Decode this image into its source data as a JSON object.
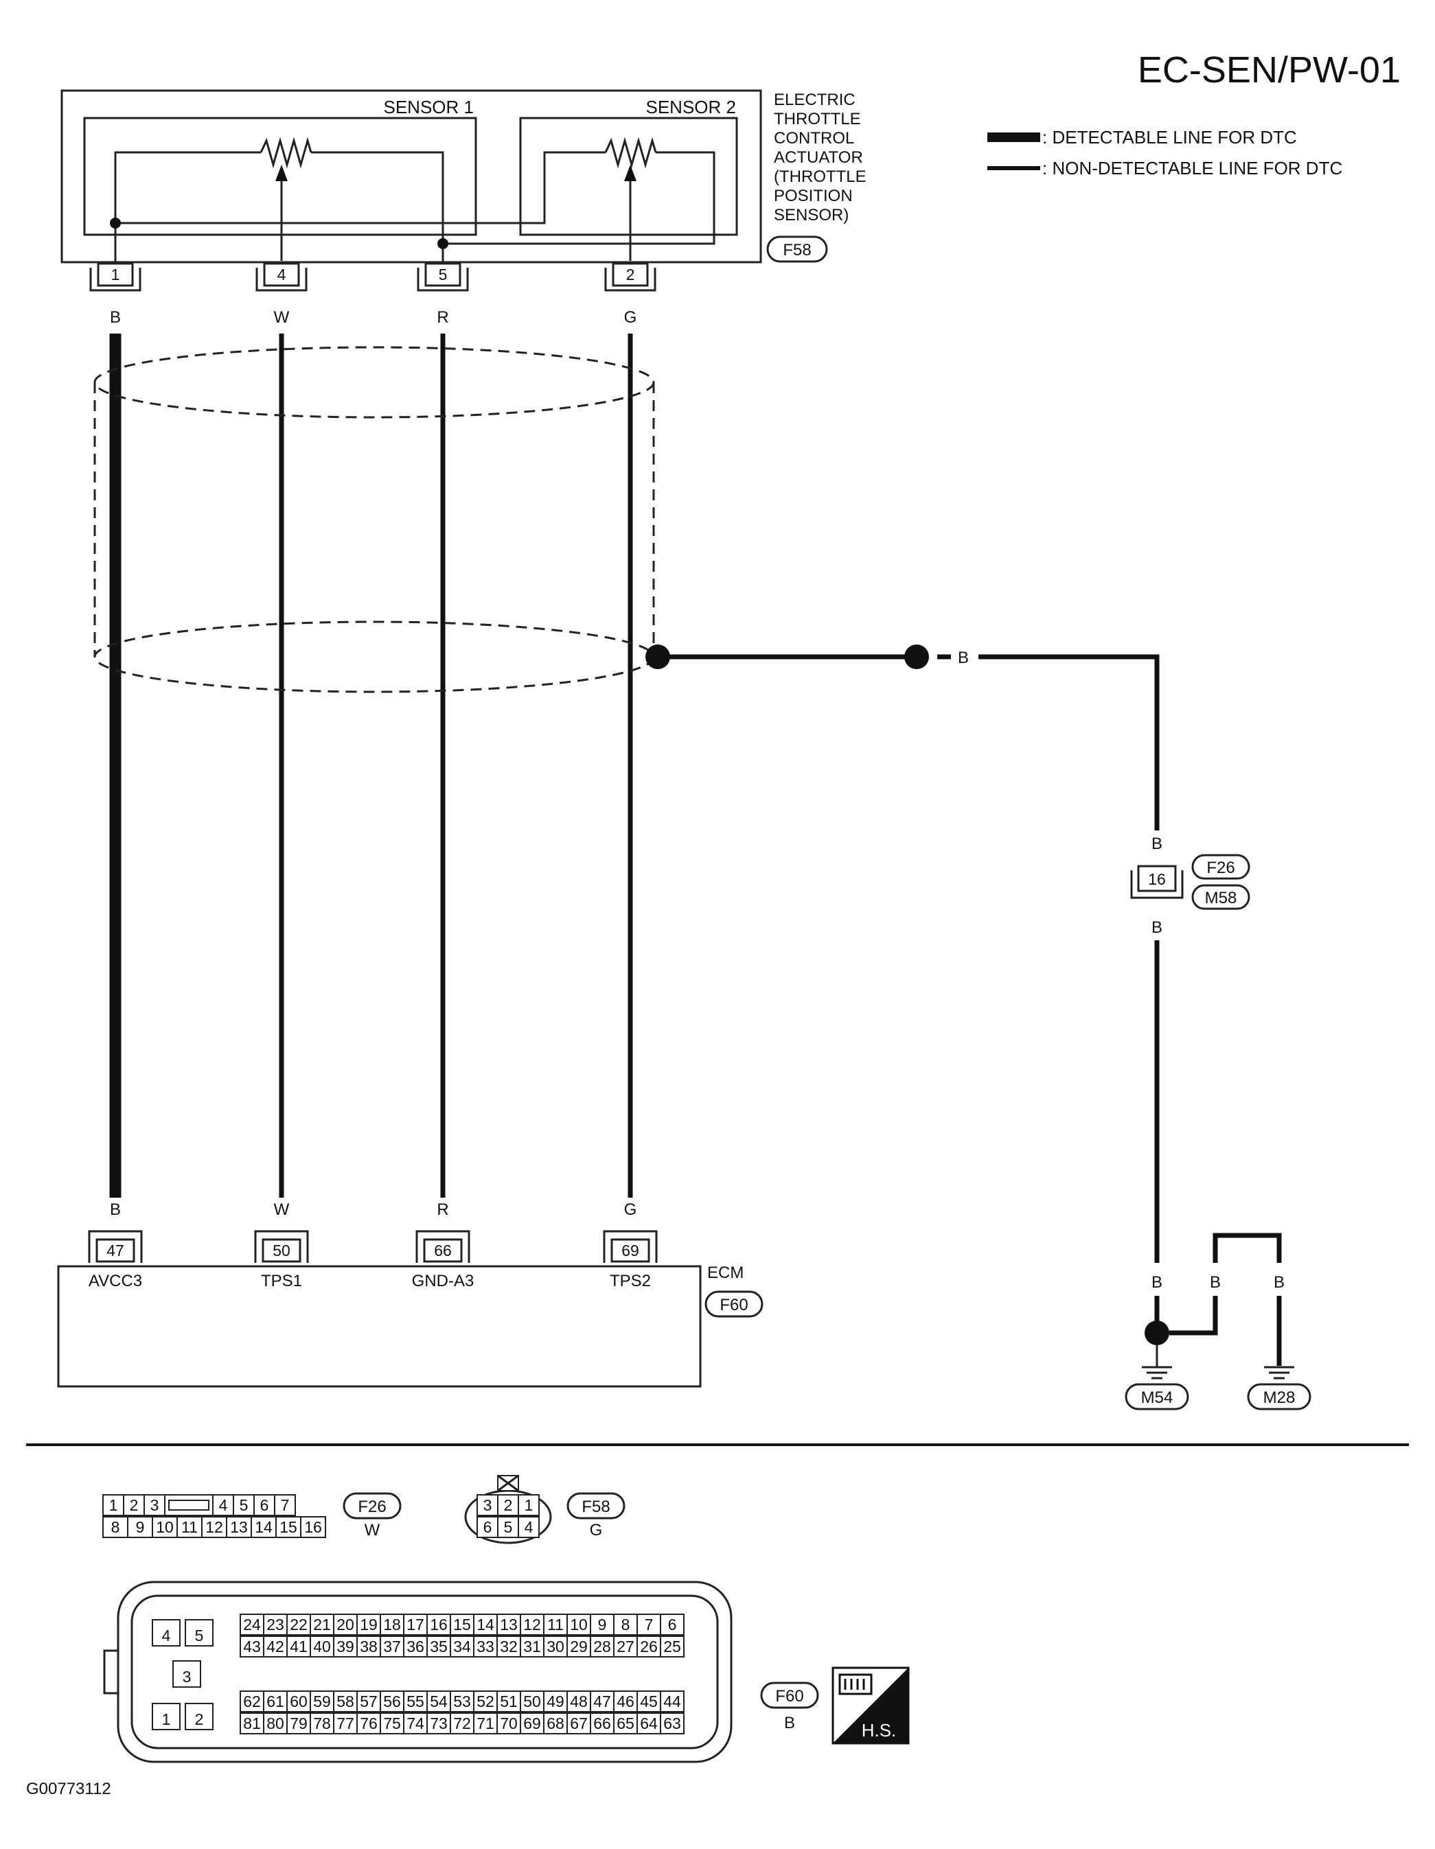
{
  "header": {
    "title": "EC-SEN/PW-01"
  },
  "legend": {
    "detectable": ": DETECTABLE LINE FOR DTC",
    "non_detectable": ": NON-DETECTABLE LINE FOR DTC"
  },
  "actuator": {
    "label_lines": [
      "ELECTRIC",
      "THROTTLE",
      "CONTROL",
      "ACTUATOR",
      "(THROTTLE",
      "POSITION",
      "SENSOR)"
    ],
    "connector": "F58",
    "sensor1": "SENSOR 1",
    "sensor2": "SENSOR 2"
  },
  "wires": [
    {
      "actuator_pin": "1",
      "color": "B",
      "ecm_pin": "47",
      "ecm_label": "AVCC3",
      "detectable": true
    },
    {
      "actuator_pin": "4",
      "color": "W",
      "ecm_pin": "50",
      "ecm_label": "TPS1",
      "detectable": false
    },
    {
      "actuator_pin": "5",
      "color": "R",
      "ecm_pin": "66",
      "ecm_label": "GND-A3",
      "detectable": false
    },
    {
      "actuator_pin": "2",
      "color": "G",
      "ecm_pin": "69",
      "ecm_label": "TPS2",
      "detectable": false
    }
  ],
  "ecm": {
    "label": "ECM",
    "connector": "F60"
  },
  "shield": {
    "wire_color": "B"
  },
  "joint": {
    "pin": "16",
    "connector_top": "F26",
    "connector_bottom": "M58",
    "color_top": "B",
    "color_bottom": "B"
  },
  "grounds": {
    "colors": [
      "B",
      "B",
      "B"
    ],
    "left": "M54",
    "right": "M28"
  },
  "connector_views": {
    "f26": {
      "id": "F26",
      "color": "W",
      "row1": [
        "1",
        "2",
        "3",
        "",
        "4",
        "5",
        "6",
        "7"
      ],
      "row2": [
        "8",
        "9",
        "10",
        "11",
        "12",
        "13",
        "14",
        "15",
        "16"
      ]
    },
    "f58": {
      "id": "F58",
      "color": "G",
      "row1": [
        "3",
        "2",
        "1"
      ],
      "row2": [
        "6",
        "5",
        "4"
      ]
    },
    "f60": {
      "id": "F60",
      "color": "B",
      "left_pins": [
        "4",
        "5",
        "3",
        "1",
        "2"
      ],
      "row1": [
        "24",
        "23",
        "22",
        "21",
        "20",
        "19",
        "18",
        "17",
        "16",
        "15",
        "14",
        "13",
        "12",
        "11",
        "10",
        "9",
        "8",
        "7",
        "6"
      ],
      "row2": [
        "43",
        "42",
        "41",
        "40",
        "39",
        "38",
        "37",
        "36",
        "35",
        "34",
        "33",
        "32",
        "31",
        "30",
        "29",
        "28",
        "27",
        "26",
        "25"
      ],
      "row3": [
        "62",
        "61",
        "60",
        "59",
        "58",
        "57",
        "56",
        "55",
        "54",
        "53",
        "52",
        "51",
        "50",
        "49",
        "48",
        "47",
        "46",
        "45",
        "44"
      ],
      "row4": [
        "81",
        "80",
        "79",
        "78",
        "77",
        "76",
        "75",
        "74",
        "73",
        "72",
        "71",
        "70",
        "69",
        "68",
        "67",
        "66",
        "65",
        "64",
        "63"
      ]
    },
    "hs_label": "H.S."
  },
  "footer": {
    "code": "G00773112"
  }
}
